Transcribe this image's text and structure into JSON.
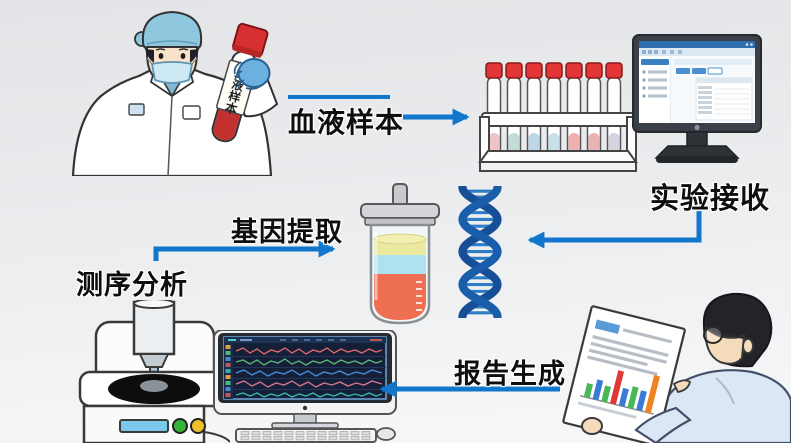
{
  "steps": {
    "blood_sample": {
      "label": "血液样本"
    },
    "lab_reception": {
      "label": "实验接收"
    },
    "gene_extraction": {
      "label": "基因提取"
    },
    "sequencing_analysis": {
      "label": "测序分析"
    },
    "report_generation": {
      "label": "报告生成"
    }
  },
  "flow_sequence": [
    "血液样本",
    "实验接收",
    "基因提取",
    "测序分析",
    "报告生成"
  ],
  "nurse": {
    "tube_label": "血液样本"
  },
  "colors": {
    "arrow": "#1177cc",
    "label_text": "#0e0e0e",
    "dna_strand": "#174f96",
    "dna_rung": "#2d7ec6",
    "tube_cap_red": "#d83030",
    "blood_red": "#c23030",
    "scrub_blue": "#8ec7de",
    "glove_blue": "#6cb0e0",
    "screen_navy": "#152038",
    "wave_colors": [
      "#e06a6a",
      "#58b87a",
      "#4a8ed9",
      "#d87892",
      "#38b8b0"
    ],
    "report_bar_colors": [
      "#48b858",
      "#3a7bd5",
      "#48b858",
      "#e03838",
      "#3a7bd5",
      "#48b858",
      "#3a7bd5",
      "#f08020"
    ]
  },
  "illustrations": [
    "nurse-with-blood-tube",
    "test-tube-rack",
    "lims-computer",
    "dna-helix",
    "sample-jar",
    "sequencer-machine",
    "waveform-monitor",
    "report-reader"
  ]
}
